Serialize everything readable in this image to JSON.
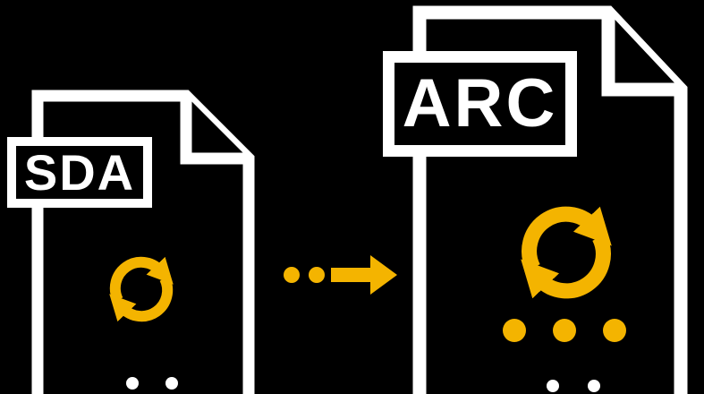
{
  "illustration": {
    "title": "file conversion graphic",
    "source_file": {
      "label": "SDA"
    },
    "target_file": {
      "label": "ARC"
    }
  },
  "icons": {
    "source_icon": "refresh-icon",
    "target_icon": "refresh-icon",
    "between": "arrow-right-icon",
    "target_extra": "ellipsis-icon"
  },
  "colors": {
    "background": "#000000",
    "outline": "#ffffff",
    "accent": "#f4b400",
    "label_text": "#ffffff",
    "file_fill": "#000000"
  }
}
